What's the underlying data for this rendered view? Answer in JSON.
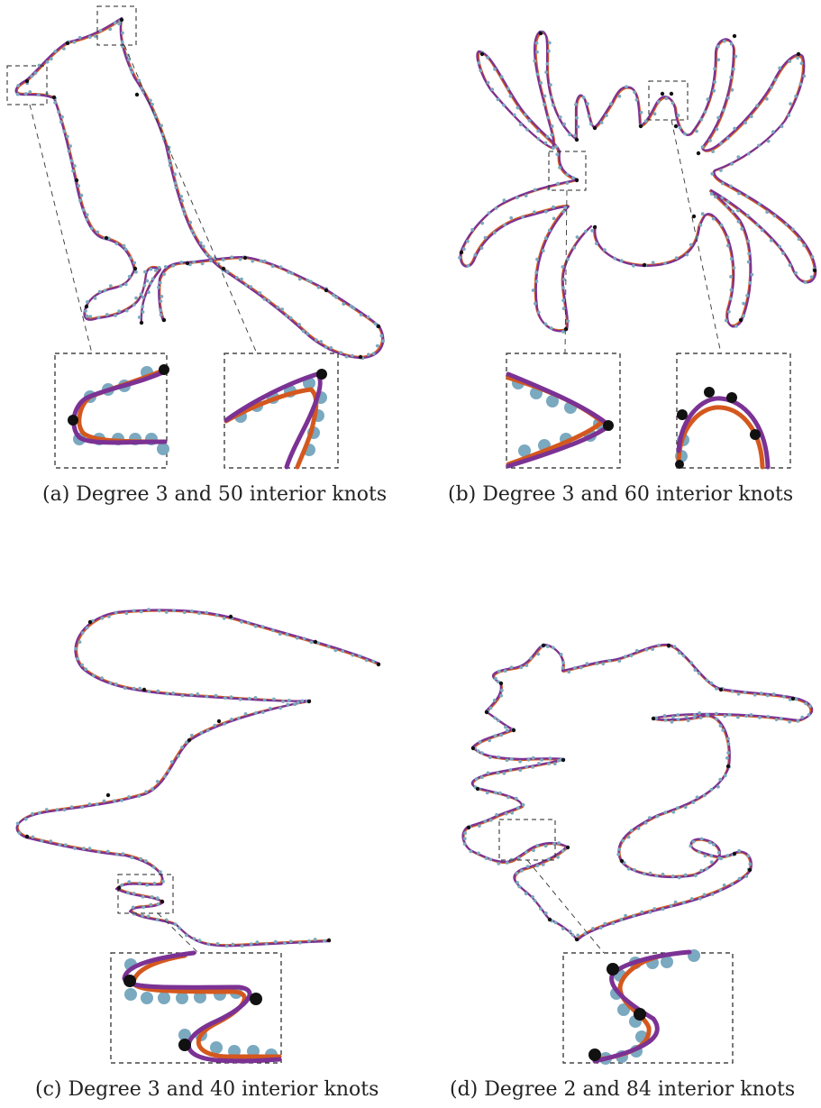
{
  "panels": [
    {
      "id": "a",
      "caption": "(a) Degree 3 and 50 interior knots"
    },
    {
      "id": "b",
      "caption": "(b) Degree 3 and 60 interior knots"
    },
    {
      "id": "c",
      "caption": "(c) Degree 3 and 40 interior knots"
    },
    {
      "id": "d",
      "caption": "(d) Degree 2 and 84 interior knots"
    }
  ],
  "colors": {
    "fit_orange": "#d4581e",
    "fit_purple": "#7b3294",
    "data_points": "#7aa9c0",
    "knots": "#111111",
    "zoom_boxes": "#222222"
  }
}
